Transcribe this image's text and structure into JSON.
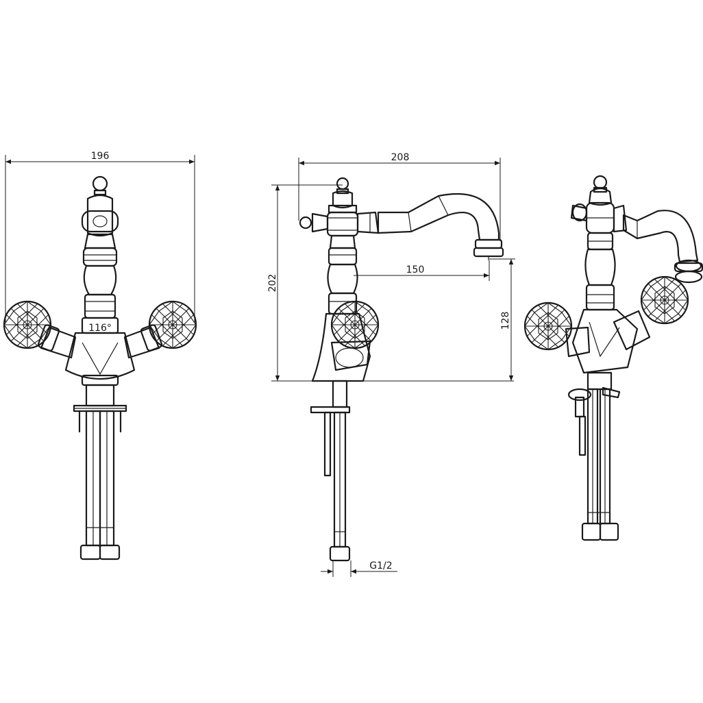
{
  "drawing": {
    "front_view": {
      "width_label": "196",
      "angle_label": "116°"
    },
    "side_view": {
      "width_label": "208",
      "height_label": "202",
      "reach_label": "150",
      "spout_height_label": "128",
      "thread_label": "G1/2"
    },
    "perspective_view": {}
  }
}
